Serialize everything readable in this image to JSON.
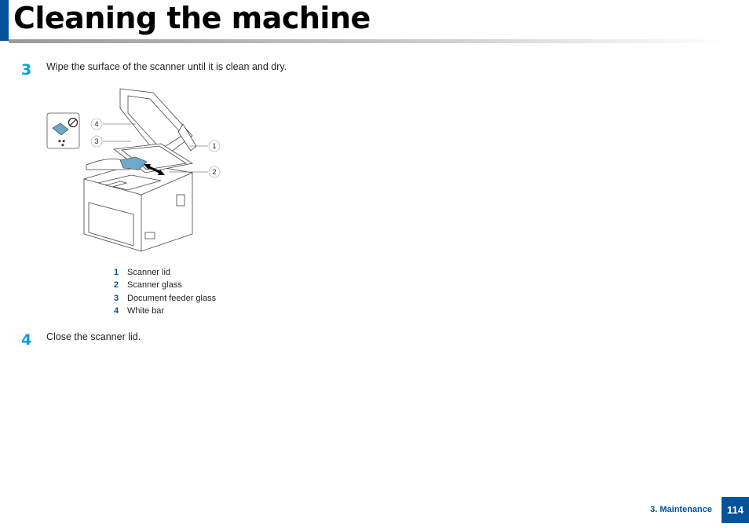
{
  "page": {
    "title": "Cleaning the machine",
    "accent_color": "#00529b",
    "step_color": "#00a0e0"
  },
  "steps": [
    {
      "number": "3",
      "text": "Wipe the surface of the scanner until it is clean and dry."
    },
    {
      "number": "4",
      "text": "Close the scanner lid."
    }
  ],
  "figure": {
    "callouts": [
      "1",
      "2",
      "3",
      "4"
    ],
    "icons": [
      "cloth-no-liquid-icon",
      "printer-illustration",
      "hand-wiping-icon",
      "wipe-direction-arrow-icon"
    ]
  },
  "legend": [
    {
      "num": "1",
      "label": "Scanner lid"
    },
    {
      "num": "2",
      "label": "Scanner glass"
    },
    {
      "num": "3",
      "label": "Document feeder glass"
    },
    {
      "num": "4",
      "label": "White bar"
    }
  ],
  "footer": {
    "section": "3.  Maintenance",
    "page_number": "114"
  }
}
